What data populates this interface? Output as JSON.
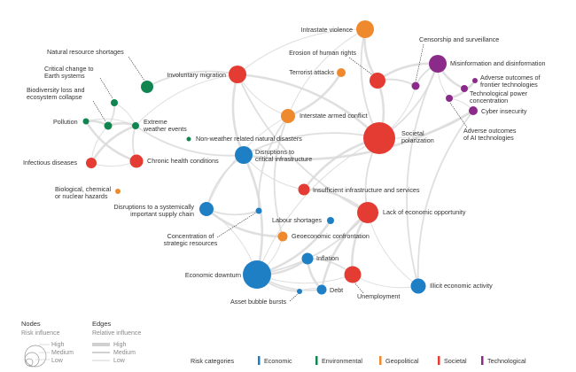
{
  "colors": {
    "Economic": "#1f7fc4",
    "Environmental": "#11854f",
    "Geopolitical": "#ee8a2d",
    "Societal": "#e43b33",
    "Technological": "#8c2a8a",
    "edge": "#d9d9d9"
  },
  "nodes": [
    {
      "id": "intrastate-violence",
      "label": "Intrastate violence",
      "category": "Geopolitical",
      "influence": "medium"
    },
    {
      "id": "censorship",
      "label": "Censorship and surveillance",
      "category": "Technological",
      "influence": "low"
    },
    {
      "id": "misinformation",
      "label": "Misinformation and disinformation",
      "category": "Technological",
      "influence": "medium"
    },
    {
      "id": "erosion-rights",
      "label": "Erosion of human rights",
      "category": "Societal",
      "influence": "medium"
    },
    {
      "id": "terrorist-attacks",
      "label": "Terrorist attacks",
      "category": "Geopolitical",
      "influence": "low"
    },
    {
      "id": "frontier-tech",
      "label": "Adverse outcomes of frontier technologies",
      "category": "Technological",
      "influence": "low"
    },
    {
      "id": "tech-power",
      "label": "Technological power concentration",
      "category": "Technological",
      "influence": "low"
    },
    {
      "id": "cyber",
      "label": "Cyber insecurity",
      "category": "Technological",
      "influence": "low"
    },
    {
      "id": "ai",
      "label": "Adverse outcomes of AI technologies",
      "category": "Technological",
      "influence": "low"
    },
    {
      "id": "natural-resource",
      "label": "Natural resource shortages",
      "category": "Environmental",
      "influence": "low"
    },
    {
      "id": "involuntary-migration",
      "label": "Involuntary migration",
      "category": "Societal",
      "influence": "medium"
    },
    {
      "id": "earth-systems",
      "label": "Critical change to Earth systems",
      "category": "Environmental",
      "influence": "low"
    },
    {
      "id": "biodiversity",
      "label": "Biodiversity loss and ecosystem collapse",
      "category": "Environmental",
      "influence": "low"
    },
    {
      "id": "pollution",
      "label": "Pollution",
      "category": "Environmental",
      "influence": "low"
    },
    {
      "id": "extreme-weather",
      "label": "Extreme weather events",
      "category": "Environmental",
      "influence": "low"
    },
    {
      "id": "interstate-conflict",
      "label": "Interstate armed conflict",
      "category": "Geopolitical",
      "influence": "medium"
    },
    {
      "id": "societal-polarization",
      "label": "Societal polarization",
      "category": "Societal",
      "influence": "high"
    },
    {
      "id": "non-weather",
      "label": "Non-weather related natural disasters",
      "category": "Environmental",
      "influence": "low"
    },
    {
      "id": "infectious",
      "label": "Infectious diseases",
      "category": "Societal",
      "influence": "low"
    },
    {
      "id": "chronic-health",
      "label": "Chronic health conditions",
      "category": "Societal",
      "influence": "low"
    },
    {
      "id": "critical-infra",
      "label": "Disruptions to critical infrastructure",
      "category": "Economic",
      "influence": "medium"
    },
    {
      "id": "bio-hazards",
      "label": "Biological, chemical or nuclear hazards",
      "category": "Geopolitical",
      "influence": "low"
    },
    {
      "id": "insufficient-infra",
      "label": "Insufficient infrastructure and services",
      "category": "Societal",
      "influence": "low"
    },
    {
      "id": "supply-chain",
      "label": "Disruptions to a systemically important supply chain",
      "category": "Economic",
      "influence": "low"
    },
    {
      "id": "economic-opportunity",
      "label": "Lack of economic opportunity",
      "category": "Societal",
      "influence": "medium"
    },
    {
      "id": "strategic-resources",
      "label": "Concentration of strategic resources",
      "category": "Economic",
      "influence": "low"
    },
    {
      "id": "labour-shortages",
      "label": "Labour shortages",
      "category": "Economic",
      "influence": "low"
    },
    {
      "id": "geoeconomic",
      "label": "Geoeconomic confrontation",
      "category": "Geopolitical",
      "influence": "low"
    },
    {
      "id": "inflation",
      "label": "Inflation",
      "category": "Economic",
      "influence": "low"
    },
    {
      "id": "economic-downturn",
      "label": "Economic downturn",
      "category": "Economic",
      "influence": "high"
    },
    {
      "id": "unemployment",
      "label": "Unemployment",
      "category": "Societal",
      "influence": "medium"
    },
    {
      "id": "illicit-activity",
      "label": "Illicit economic activity",
      "category": "Economic",
      "influence": "low"
    },
    {
      "id": "debt",
      "label": "Debt",
      "category": "Economic",
      "influence": "low"
    },
    {
      "id": "asset-bubble",
      "label": "Asset bubble bursts",
      "category": "Economic",
      "influence": "low"
    }
  ],
  "edges": [
    [
      "intrastate-violence",
      "involuntary-migration"
    ],
    [
      "intrastate-violence",
      "societal-polarization"
    ],
    [
      "intrastate-violence",
      "erosion-rights"
    ],
    [
      "intrastate-violence",
      "interstate-conflict"
    ],
    [
      "societal-polarization",
      "misinformation"
    ],
    [
      "societal-polarization",
      "erosion-rights"
    ],
    [
      "societal-polarization",
      "economic-downturn"
    ],
    [
      "societal-polarization",
      "economic-opportunity"
    ],
    [
      "societal-polarization",
      "involuntary-migration"
    ],
    [
      "societal-polarization",
      "censorship"
    ],
    [
      "societal-polarization",
      "critical-infra"
    ],
    [
      "societal-polarization",
      "insufficient-infra"
    ],
    [
      "societal-polarization",
      "cyber"
    ],
    [
      "misinformation",
      "censorship"
    ],
    [
      "misinformation",
      "erosion-rights"
    ],
    [
      "misinformation",
      "ai"
    ],
    [
      "misinformation",
      "illicit-activity"
    ],
    [
      "misinformation",
      "tech-power"
    ],
    [
      "economic-downturn",
      "unemployment"
    ],
    [
      "economic-downturn",
      "debt"
    ],
    [
      "economic-downturn",
      "inflation"
    ],
    [
      "economic-downturn",
      "supply-chain"
    ],
    [
      "economic-downturn",
      "economic-opportunity"
    ],
    [
      "economic-downturn",
      "critical-infra"
    ],
    [
      "economic-downturn",
      "geoeconomic"
    ],
    [
      "economic-downturn",
      "asset-bubble"
    ],
    [
      "economic-downturn",
      "labour-shortages"
    ],
    [
      "involuntary-migration",
      "extreme-weather"
    ],
    [
      "involuntary-migration",
      "natural-resource"
    ],
    [
      "involuntary-migration",
      "critical-infra"
    ],
    [
      "involuntary-migration",
      "interstate-conflict"
    ],
    [
      "involuntary-migration",
      "economic-opportunity"
    ],
    [
      "extreme-weather",
      "biodiversity"
    ],
    [
      "extreme-weather",
      "earth-systems"
    ],
    [
      "extreme-weather",
      "chronic-health"
    ],
    [
      "extreme-weather",
      "infectious"
    ],
    [
      "extreme-weather",
      "pollution"
    ],
    [
      "extreme-weather",
      "critical-infra"
    ],
    [
      "biodiversity",
      "pollution"
    ],
    [
      "biodiversity",
      "infectious"
    ],
    [
      "biodiversity",
      "earth-systems"
    ],
    [
      "pollution",
      "chronic-health"
    ],
    [
      "infectious",
      "chronic-health"
    ],
    [
      "interstate-conflict",
      "geoeconomic"
    ],
    [
      "interstate-conflict",
      "terrorist-attacks"
    ],
    [
      "interstate-conflict",
      "supply-chain"
    ],
    [
      "interstate-conflict",
      "strategic-resources"
    ],
    [
      "economic-opportunity",
      "unemployment"
    ],
    [
      "economic-opportunity",
      "illicit-activity"
    ],
    [
      "economic-opportunity",
      "insufficient-infra"
    ],
    [
      "economic-opportunity",
      "debt"
    ],
    [
      "unemployment",
      "illicit-activity"
    ],
    [
      "unemployment",
      "inflation"
    ],
    [
      "inflation",
      "debt"
    ],
    [
      "debt",
      "asset-bubble"
    ],
    [
      "critical-infra",
      "supply-chain"
    ],
    [
      "critical-infra",
      "cyber"
    ],
    [
      "critical-infra",
      "insufficient-infra"
    ],
    [
      "supply-chain",
      "strategic-resources"
    ],
    [
      "supply-chain",
      "geoeconomic"
    ],
    [
      "cyber",
      "ai"
    ],
    [
      "cyber",
      "illicit-activity"
    ],
    [
      "ai",
      "frontier-tech"
    ],
    [
      "tech-power",
      "frontier-tech"
    ],
    [
      "censorship",
      "erosion-rights"
    ]
  ],
  "legend": {
    "nodes_title": "Nodes",
    "nodes_sub": "Risk influence",
    "nodes_levels": [
      "High",
      "Medium",
      "Low"
    ],
    "edges_title": "Edges",
    "edges_sub": "Relative influence",
    "edges_levels": [
      "High",
      "Medium",
      "Low"
    ],
    "categories_title": "Risk categories",
    "categories": [
      "Economic",
      "Environmental",
      "Geopolitical",
      "Societal",
      "Technological"
    ]
  }
}
